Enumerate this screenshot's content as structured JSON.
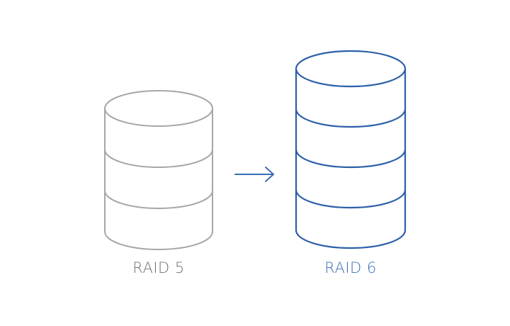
{
  "colors": {
    "source": "#a6a6a6",
    "target": "#2d5fa8",
    "arrow": "#3a6db5",
    "source_label": "#707070",
    "target_label": "#3a6db5"
  },
  "source": {
    "label": "RAID 5",
    "disk_count": 3,
    "icon": "database-icon"
  },
  "target": {
    "label": "RAID 6",
    "disk_count": 4,
    "icon": "database-icon"
  },
  "connector": {
    "icon": "arrow-right-icon"
  }
}
